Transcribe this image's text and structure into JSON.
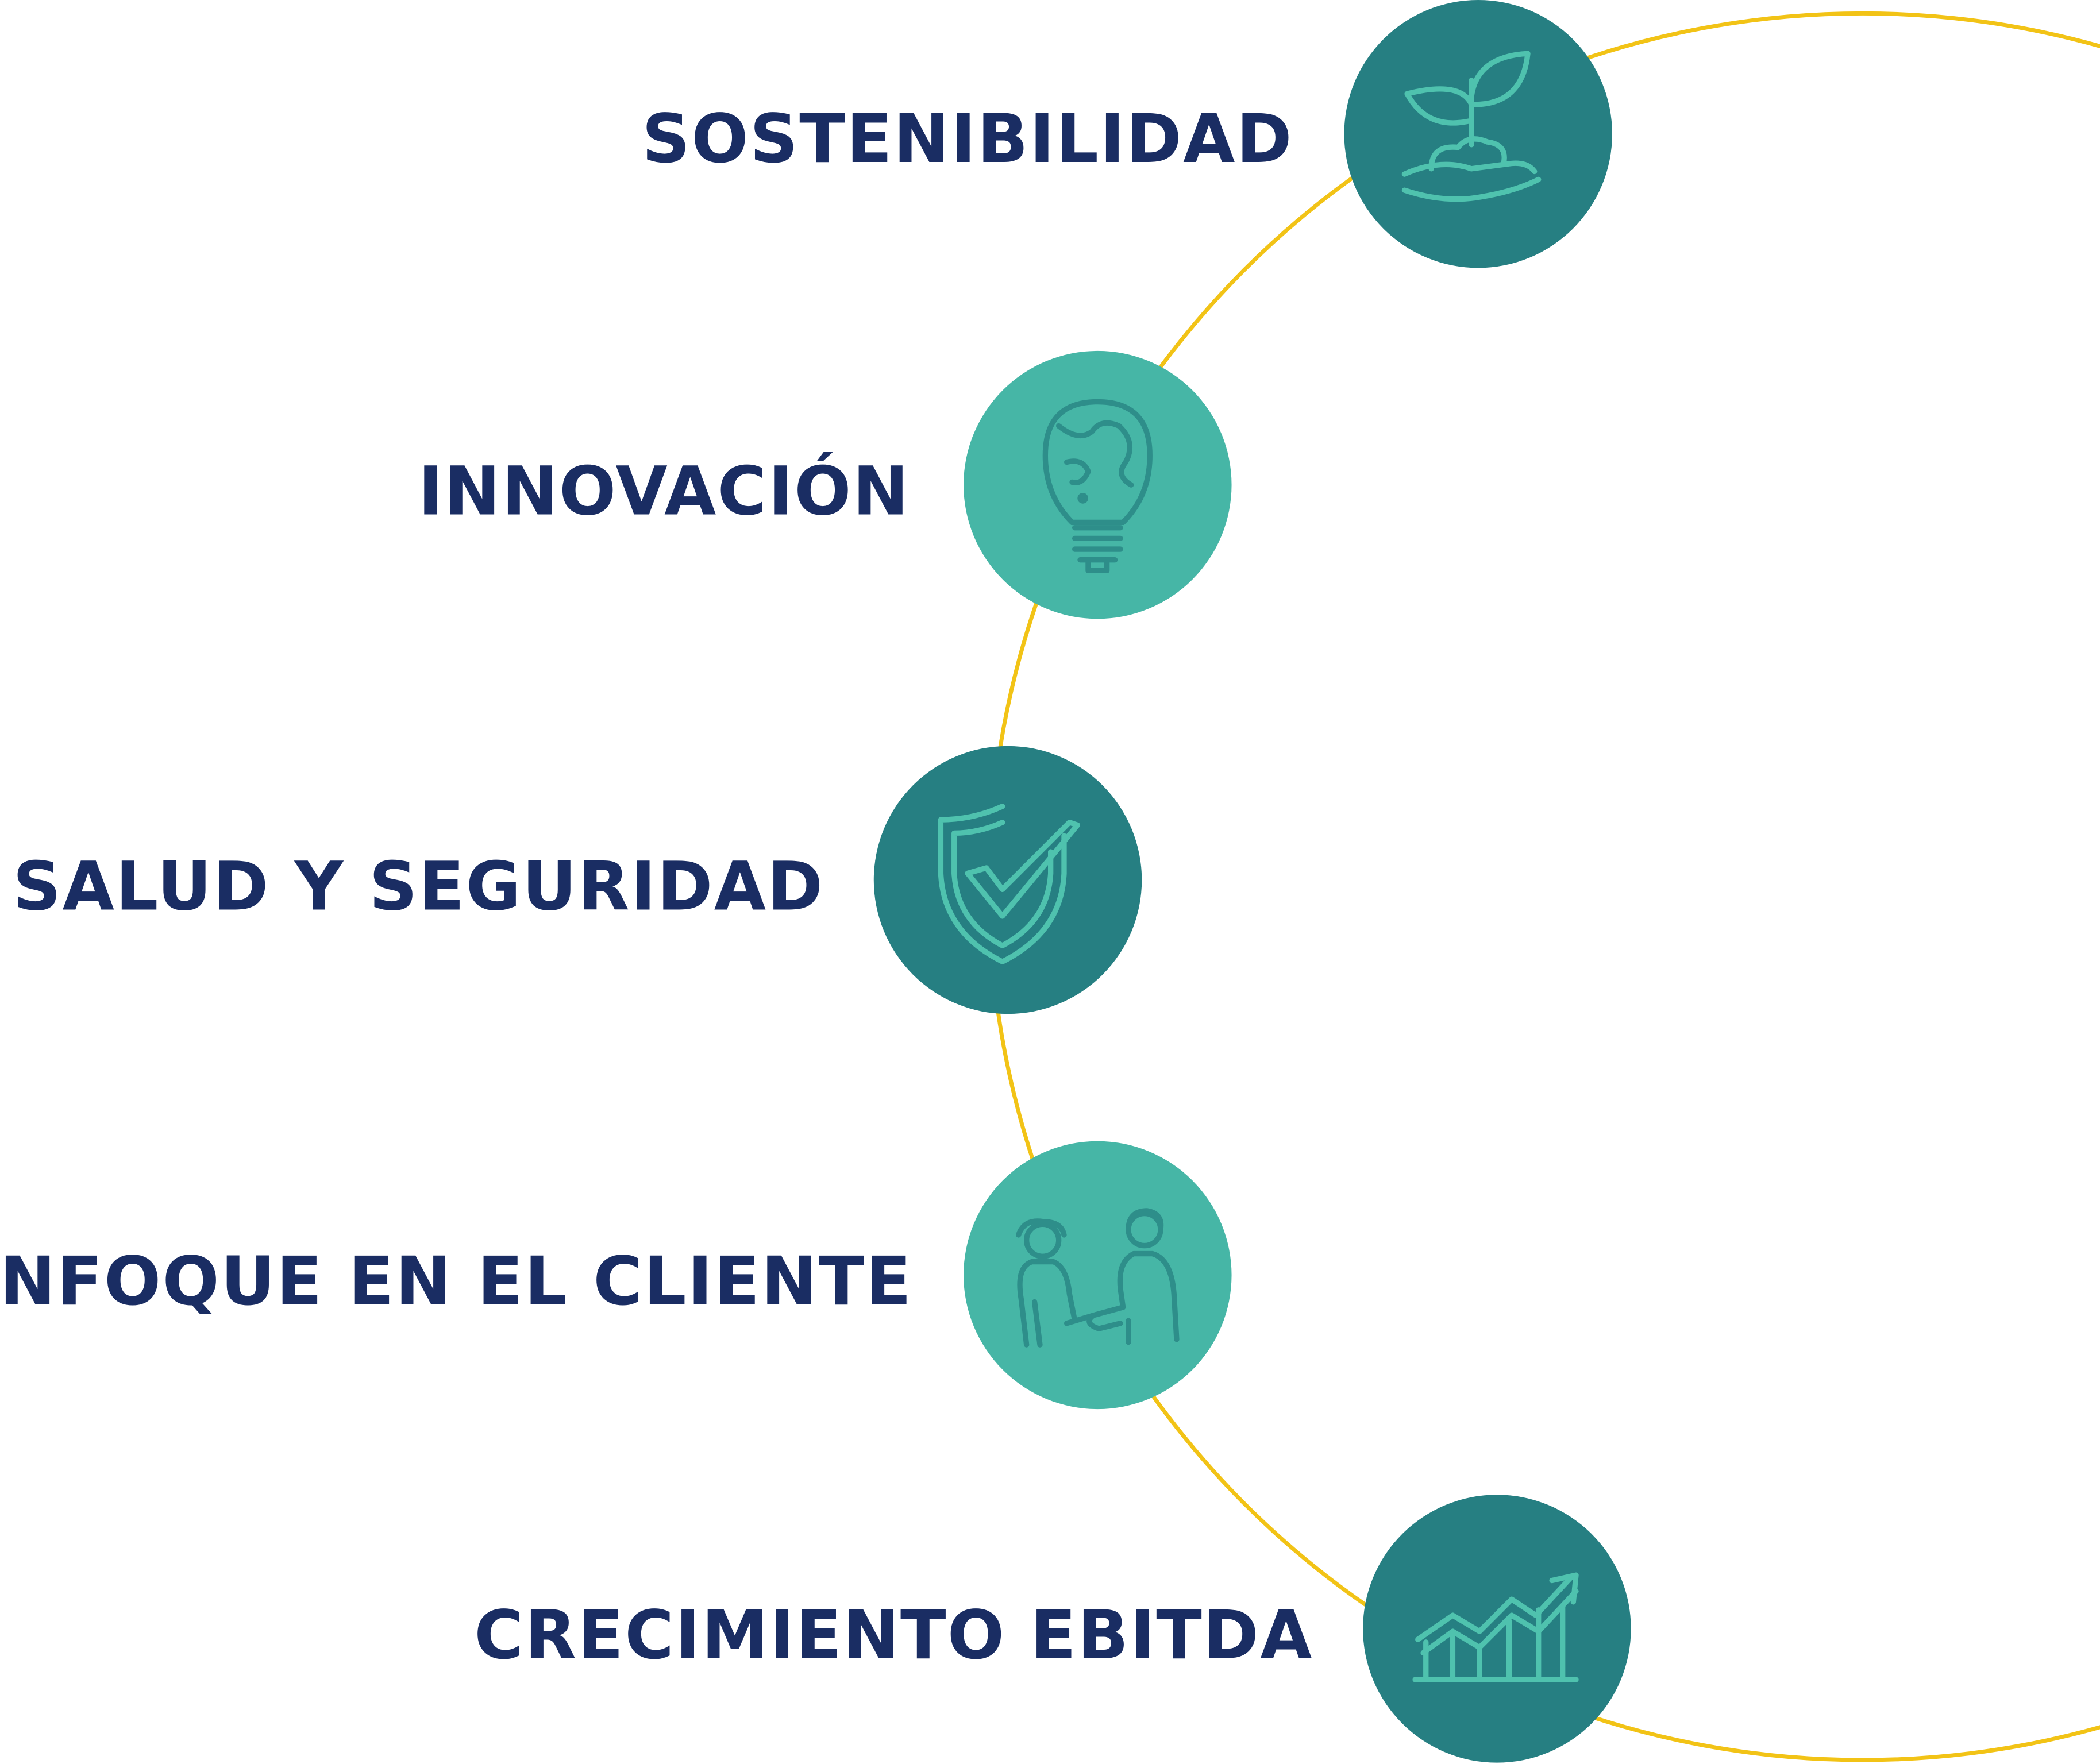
{
  "diagram": {
    "items": [
      {
        "label": "SOSTENIBILIDAD",
        "icon": "plant-in-hand-icon",
        "tone": "dark"
      },
      {
        "label": "INNOVACIÓN",
        "icon": "globe-lightbulb-icon",
        "tone": "light"
      },
      {
        "label": "SALUD Y SEGURIDAD",
        "icon": "shield-check-icon",
        "tone": "dark"
      },
      {
        "label": "ENFOQUE EN EL CLIENTE",
        "icon": "handshake-people-icon",
        "tone": "light"
      },
      {
        "label": "CRECIMIENTO EBITDA",
        "icon": "growth-chart-icon",
        "tone": "dark"
      }
    ]
  },
  "colors": {
    "arc": "#F2C316",
    "circle_dark": "#267F82",
    "circle_light": "#46B6A6",
    "icon_on_dark": "#4FC2AE",
    "icon_on_light": "#2E8E8A",
    "label_text": "#1A2D63"
  }
}
